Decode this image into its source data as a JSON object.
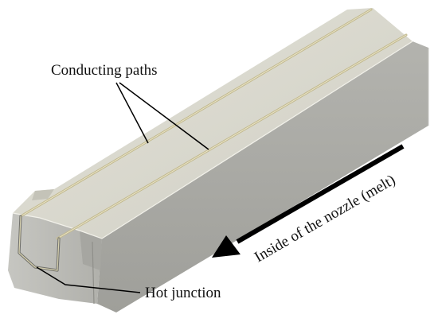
{
  "labels": {
    "conducting_paths": "Conducting paths",
    "hot_junction": "Hot junction",
    "flow_direction": "Inside of the nozzle (melt)"
  },
  "colors": {
    "background": "#ffffff",
    "top_face": "#d9d8cc",
    "front_face": "#b9b9b4",
    "side_face": "#a9a9a4",
    "conductor": "#c9c19a",
    "arrow": "#000000"
  }
}
